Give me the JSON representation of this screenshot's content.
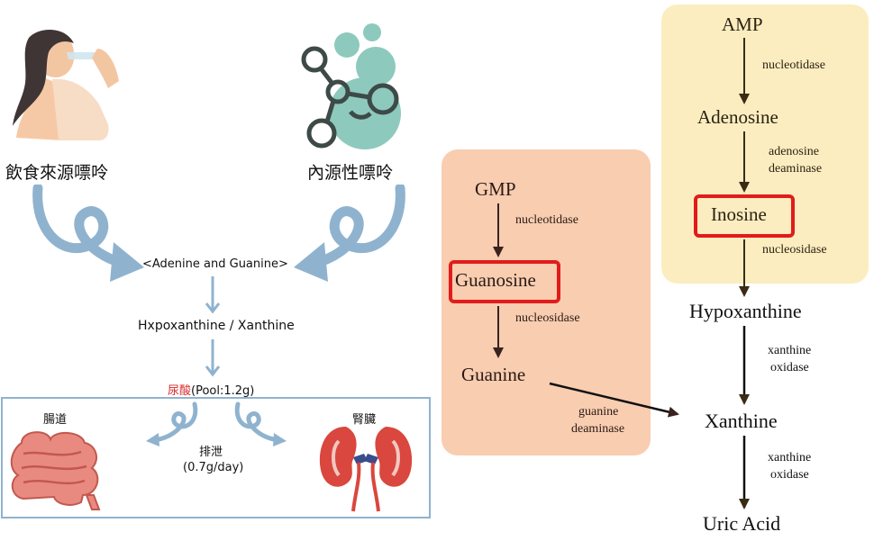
{
  "left_panel": {
    "dietary_source": "飲食來源嘌呤",
    "endogenous_source": "內源性嘌呤",
    "bases": "<Adenine and Guanine>",
    "intermediates": "Hxpoxanthine / Xanthine",
    "uric_acid_label": "尿酸",
    "pool": "(Pool:1.2g)",
    "intestine": "腸道",
    "kidney": "腎臟",
    "excretion": "排泄",
    "excretion_amount": "(0.7g/day)",
    "colors": {
      "arrow": "#8fb3cf",
      "uric_acid": "#d62c2c",
      "frame": "#8fb3cf"
    }
  },
  "right_panel": {
    "guanine_path": {
      "gmp": "GMP",
      "enzyme1": "nucleotidase",
      "guanosine": "Guanosine",
      "enzyme2": "nucleosidase",
      "guanine": "Guanine",
      "enzyme3_line1": "guanine",
      "enzyme3_line2": "deaminase"
    },
    "adenine_path": {
      "amp": "AMP",
      "enzyme1": "nucleotidase",
      "adenosine": "Adenosine",
      "enzyme2_line1": "adenosine",
      "enzyme2_line2": "deaminase",
      "inosine": "Inosine",
      "enzyme3": "nucleosidase"
    },
    "common_path": {
      "hypoxanthine": "Hypoxanthine",
      "enzyme1_line1": "xanthine",
      "enzyme1_line2": "oxidase",
      "xanthine": "Xanthine",
      "enzyme2_line1": "xanthine",
      "enzyme2_line2": "oxidase",
      "uric_acid": "Uric Acid"
    },
    "colors": {
      "guanine_bg": "#f8cdb0",
      "adenine_bg": "#fbedbf",
      "highlight": "#e21b1b"
    }
  }
}
